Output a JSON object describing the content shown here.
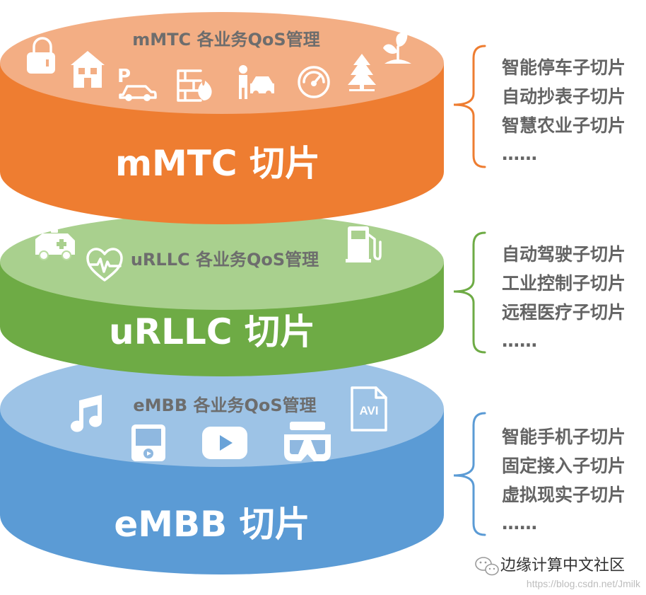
{
  "slices": [
    {
      "id": "mmtc",
      "title": "mMTC 切片",
      "qos_label": "mMTC 各业务QoS管理",
      "color_side": "#ee7d31",
      "color_top": "#f3ae84",
      "icons": [
        "lock-icon",
        "house-icon",
        "parking-car-icon",
        "fire-wall-icon",
        "person-car-icon",
        "gauge-icon",
        "tree-icon",
        "sprout-icon"
      ],
      "sub_slices": [
        "智能停车子切片",
        "自动抄表子切片",
        "智慧农业子切片",
        "……"
      ]
    },
    {
      "id": "urllc",
      "title": "uRLLC 切片",
      "qos_label": "uRLLC 各业务QoS管理",
      "color_side": "#6eab45",
      "color_top": "#a9d08e",
      "icons": [
        "ambulance-icon",
        "heart-pulse-icon",
        "fuel-pump-icon"
      ],
      "sub_slices": [
        "自动驾驶子切片",
        "工业控制子切片",
        "远程医疗子切片",
        "……"
      ]
    },
    {
      "id": "embb",
      "title": "eMBB 切片",
      "qos_label": "eMBB 各业务QoS管理",
      "color_side": "#5b9bd5",
      "color_top": "#9dc3e6",
      "icons": [
        "music-note-icon",
        "media-player-icon",
        "video-play-icon",
        "vr-headset-icon",
        "avi-file-icon"
      ],
      "sub_slices": [
        "智能手机子切片",
        "固定接入子切片",
        "虚拟现实子切片",
        "……"
      ]
    }
  ],
  "watermark": {
    "name": "边缘计算中文社区",
    "url": "https://blog.csdn.net/Jmilk"
  }
}
